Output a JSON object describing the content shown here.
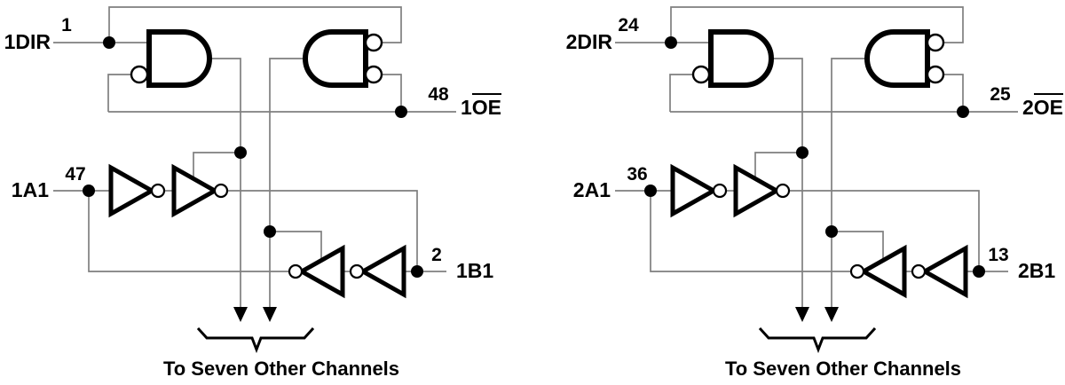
{
  "diagram": {
    "type": "logic-schematic",
    "channels": [
      {
        "dir": {
          "label": "1DIR",
          "pin": "1"
        },
        "oe": {
          "prefix": "1",
          "overlined": "OE",
          "pin": "48"
        },
        "a": {
          "label": "1A1",
          "pin": "47"
        },
        "b": {
          "label": "1B1",
          "pin": "2"
        },
        "caption": "To Seven Other Channels"
      },
      {
        "dir": {
          "label": "2DIR",
          "pin": "24"
        },
        "oe": {
          "prefix": "2",
          "overlined": "OE",
          "pin": "25"
        },
        "a": {
          "label": "2A1",
          "pin": "36"
        },
        "b": {
          "label": "2B1",
          "pin": "13"
        },
        "caption": "To Seven Other Channels"
      }
    ],
    "colors": {
      "ink": "#000000",
      "wire": "#7f7f7f",
      "background": "#ffffff"
    }
  }
}
